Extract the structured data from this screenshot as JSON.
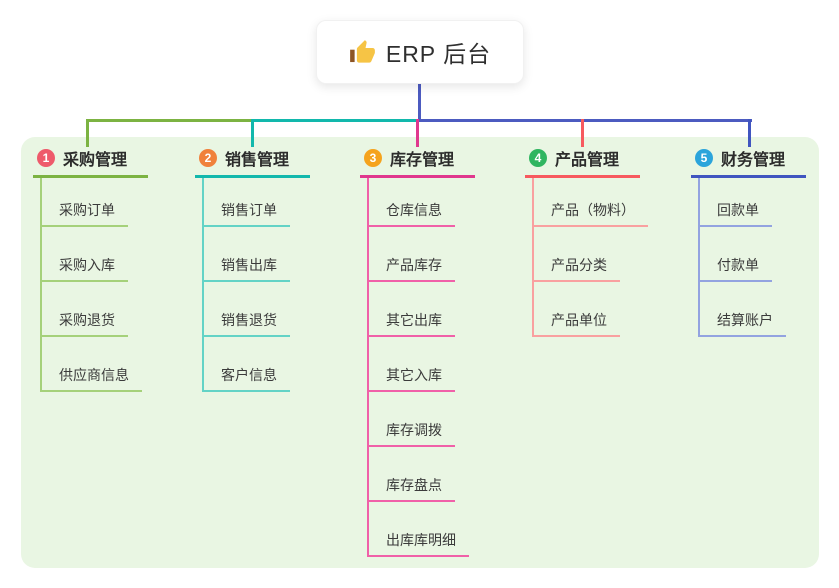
{
  "root": {
    "icon": "thumbs-up-icon",
    "title": "ERP 后台"
  },
  "connectors": {
    "root_line": "#4c5bc0",
    "bus_green": "#7cb342",
    "bus_teal": "#12b8ac",
    "bus_blue": "#4c5bc0",
    "drop_colors": [
      "#7cb342",
      "#12b8ac",
      "#e0388e",
      "#f75a5f",
      "#4055c0"
    ]
  },
  "panel_color": "#e9f6e3",
  "branches": [
    {
      "num": "1",
      "label": "采购管理",
      "badge_color": "#ee5a6b",
      "line_color": "#7cb342",
      "child_line_color": "#a5d17a",
      "children": [
        "采购订单",
        "采购入库",
        "采购退货",
        "供应商信息"
      ]
    },
    {
      "num": "2",
      "label": "销售管理",
      "badge_color": "#f0813b",
      "line_color": "#12b8ac",
      "child_line_color": "#63d3c6",
      "children": [
        "销售订单",
        "销售出库",
        "销售退货",
        "客户信息"
      ]
    },
    {
      "num": "3",
      "label": "库存管理",
      "badge_color": "#f5a31d",
      "line_color": "#e0388e",
      "child_line_color": "#f060a8",
      "children": [
        "仓库信息",
        "产品库存",
        "其它出库",
        "其它入库",
        "库存调拨",
        "库存盘点",
        "出库库明细"
      ]
    },
    {
      "num": "4",
      "label": "产品管理",
      "badge_color": "#2fb560",
      "line_color": "#f75a5f",
      "child_line_color": "#f9a0a0",
      "children": [
        "产品（物料）",
        "产品分类",
        "产品单位"
      ]
    },
    {
      "num": "5",
      "label": "财务管理",
      "badge_color": "#2ba4db",
      "line_color": "#4055c0",
      "child_line_color": "#93a3e0",
      "children": [
        "回款单",
        "付款单",
        "结算账户"
      ]
    }
  ]
}
